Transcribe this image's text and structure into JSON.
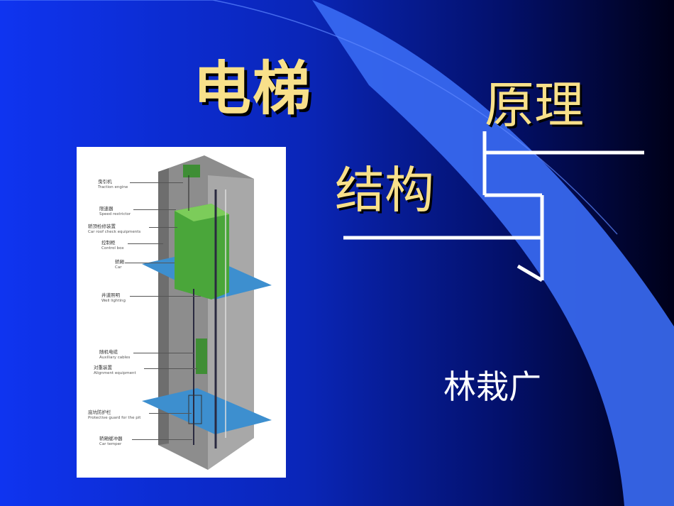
{
  "slide": {
    "title": "电梯",
    "subtitle_top": "原理",
    "subtitle_left": "结构",
    "author": "林栽广"
  },
  "diagram": {
    "labels": [
      {
        "zh": "曳引机",
        "en": "Traction engine"
      },
      {
        "zh": "限速器",
        "en": "Speed restrictor"
      },
      {
        "zh": "轿顶检修装置",
        "en": "Car roof check equipments"
      },
      {
        "zh": "控制柜",
        "en": "Control box"
      },
      {
        "zh": "轿厢",
        "en": "Car"
      },
      {
        "zh": "井道照明",
        "en": "Well lighting"
      },
      {
        "zh": "随机电缆",
        "en": "Auxiliary cables"
      },
      {
        "zh": "对重装置",
        "en": "Alignment equipment"
      },
      {
        "zh": "底坑防护栏",
        "en": "Protective guard for the pit"
      },
      {
        "zh": "轿厢缓冲器",
        "en": "Car temper"
      }
    ]
  },
  "colors": {
    "background_start": "#0f34f0",
    "background_end": "#000018",
    "title": "#f8e08a",
    "author": "#ffffff",
    "accent_lines": "#ffffff",
    "swoosh": "#3a6cf4",
    "car_green": "#4aa63a",
    "floor_slab": "#3d8fcf"
  }
}
